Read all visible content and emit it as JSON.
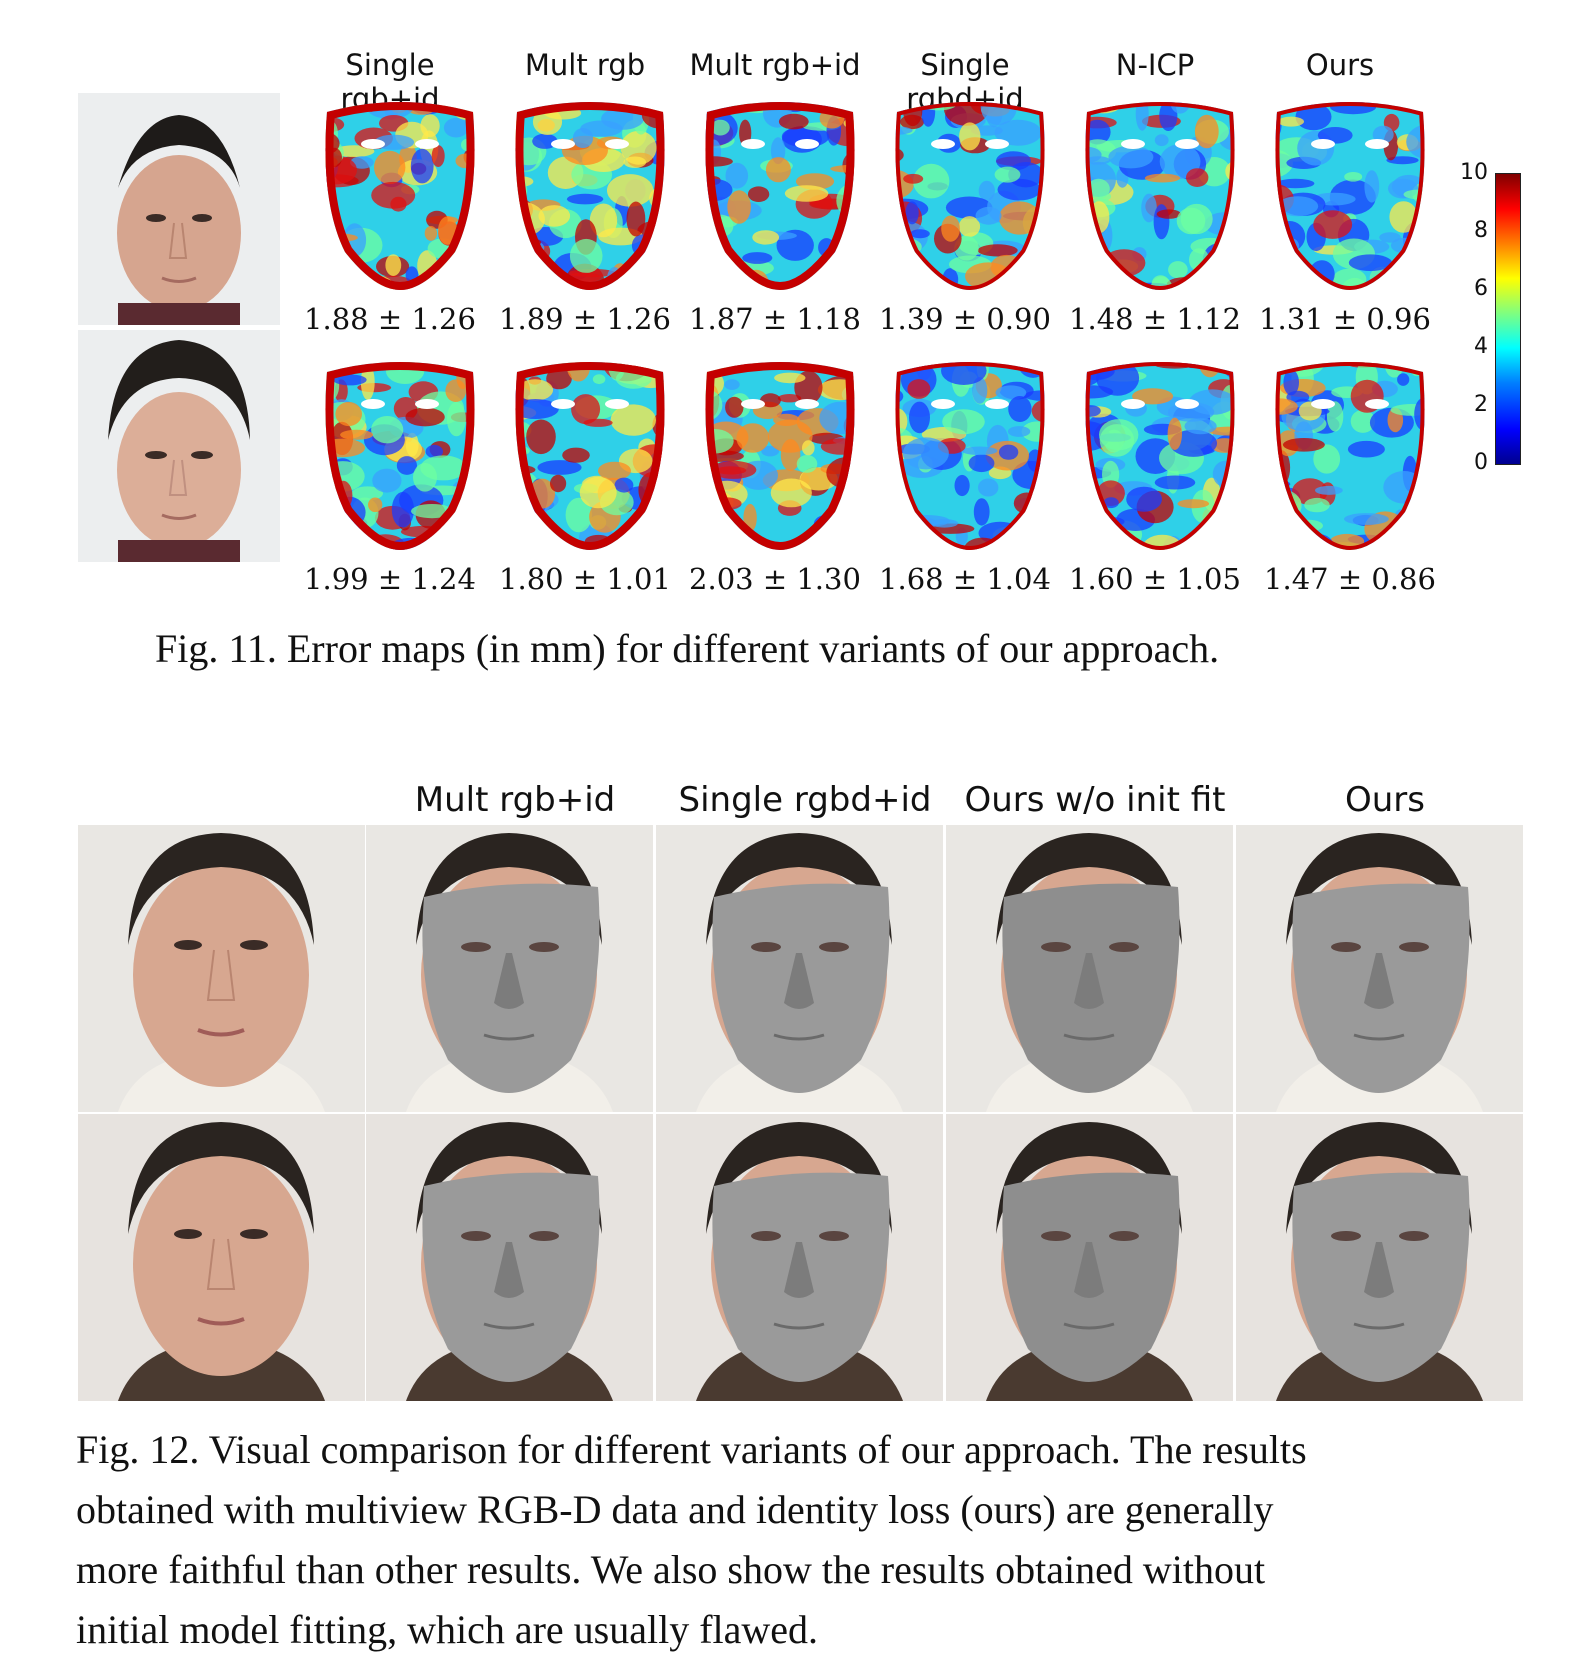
{
  "figure11": {
    "columns": [
      "Single rgb+id",
      "Mult rgb",
      "Mult rgb+id",
      "Single rgbd+id",
      "N-ICP",
      "Ours"
    ],
    "row1_metrics": [
      "1.88 ± 1.26",
      "1.89 ± 1.26",
      "1.87 ± 1.18",
      "1.39 ± 0.90",
      "1.48 ± 1.12",
      "1.31 ± 0.96"
    ],
    "row2_metrics": [
      "1.99 ± 1.24",
      "1.80 ± 1.01",
      "2.03 ± 1.30",
      "1.68 ± 1.04",
      "1.60 ± 1.05",
      "1.47 ± 0.86"
    ],
    "colorbar_ticks": [
      "10",
      "8",
      "6",
      "4",
      "2",
      "0"
    ],
    "caption": "Fig. 11.  Error maps (in mm) for different variants of our approach."
  },
  "figure12": {
    "columns": [
      "Mult rgb+id",
      "Single rgbd+id",
      "Ours w/o init fit",
      "Ours"
    ],
    "caption_lines": [
      "Fig. 12.  Visual comparison for different variants of our approach. The results",
      "obtained with multiview RGB-D data and identity loss (ours) are generally",
      "more faithful than other results. We also show the results obtained without",
      "initial model fitting, which are usually flawed."
    ]
  },
  "colors": {
    "error_high": "#c40000",
    "error_mid": "#2fd0e8",
    "error_low": "#1a3cff",
    "mesh_gray": "#9a9a9a",
    "hair": "#2a2420",
    "skin": "#d7a790"
  }
}
